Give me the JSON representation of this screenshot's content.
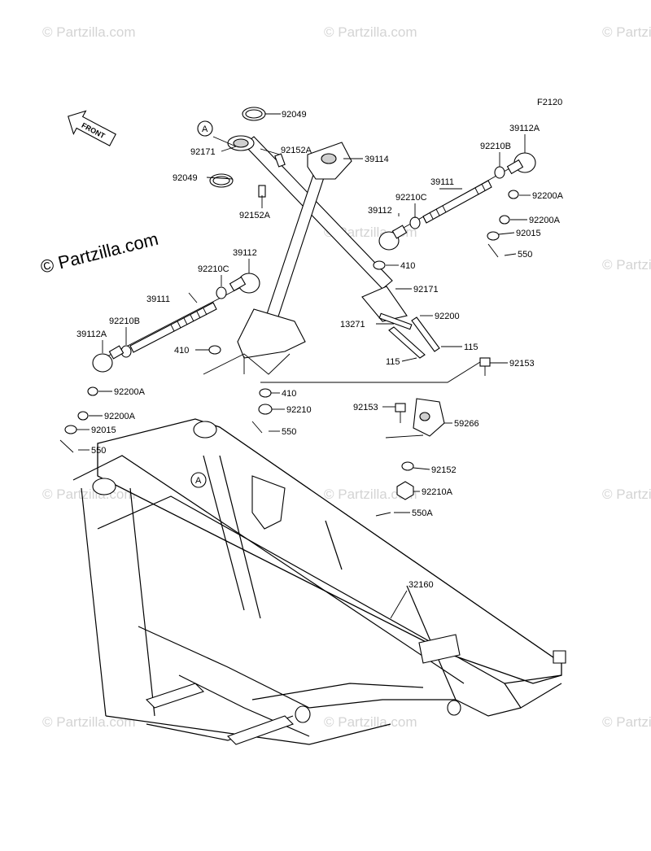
{
  "diagram_code": "F2120",
  "front_arrow_label": "FRONT",
  "watermark_text": "© Partzilla.com",
  "callout_a_letter": "A",
  "callouts": {
    "c92049_top": "92049",
    "c92171_top": "92171",
    "c92152a_top": "92152A",
    "c39114": "39114",
    "c92049_mid": "92049",
    "c92152a_mid": "92152A",
    "c39112a_right": "39112A",
    "c92210b_right": "92210B",
    "c39111_right": "39111",
    "c92210c_right": "92210C",
    "c39112_right": "39112",
    "c92200a_r1": "92200A",
    "c92200a_r2": "92200A",
    "c92015_right": "92015",
    "c550_right": "550",
    "c410_right": "410",
    "c92171_mid": "92171",
    "c92200": "92200",
    "c13271": "13271",
    "c115_right": "115",
    "c115_left": "115",
    "c92153_right": "92153",
    "c39112_left": "39112",
    "c92210c_left": "92210C",
    "c39111_left": "39111",
    "c92210b_left": "92210B",
    "c39112a_left": "39112A",
    "c410_left": "410",
    "c92200a_l1": "92200A",
    "c92200a_l2": "92200A",
    "c92015_left": "92015",
    "c550_left": "550",
    "c410_center": "410",
    "c92210_center": "92210",
    "c550_center": "550",
    "c92153_center": "92153",
    "c59266": "59266",
    "c92152": "92152",
    "c92210a": "92210A",
    "c550a": "550A",
    "c32160": "32160"
  }
}
